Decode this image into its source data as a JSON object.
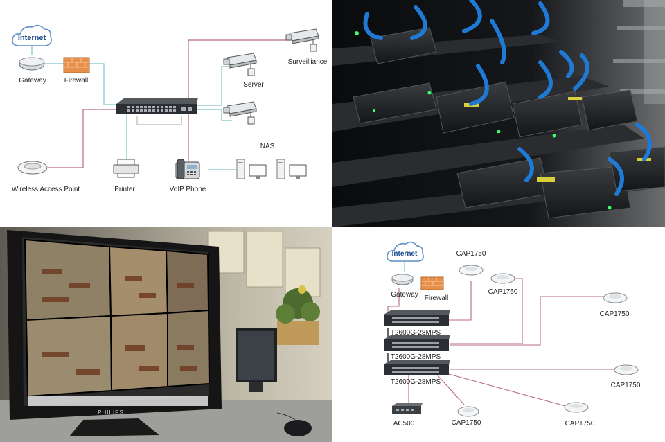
{
  "colors": {
    "cloud_text": "#1e4f8f",
    "link_teal": "#7fc3c8",
    "link_pink": "#b76a82",
    "switch": "#2b2f33",
    "monitor_bezel": "#151515"
  },
  "top_left_diagram": {
    "internet": "Internet",
    "gateway": "Gateway",
    "firewall": "Firewall",
    "wireless": "Wireless Access Point",
    "printer": "Printer",
    "voip": "VoIP Phone",
    "nas": "NAS",
    "server": "Server",
    "surveillance": "Surveilliance"
  },
  "bottom_right_diagram": {
    "internet": "Internet",
    "gateway": "Gateway",
    "firewall": "Firewall",
    "switch1": "T2600G-28MPS",
    "switch2": "T2600G-28MPS",
    "switch3": "T2600G-28MPS",
    "ap_top": "CAP1750",
    "ap_mid": "CAP1750",
    "ap_right_top": "CAP1750",
    "ap_right_mid": "CAP1750",
    "ap_bottom_center": "CAP1750",
    "ap_bottom_right": "CAP1750",
    "ac": "AC500"
  },
  "photo_monitor": {
    "brand": "PHILIPS"
  },
  "icons": [
    "cloud-icon",
    "router-icon",
    "firewall-icon",
    "switch-icon",
    "camera-icon",
    "printer-icon",
    "phone-icon",
    "computer-icon",
    "access-point-icon",
    "server-rack-icon",
    "monitor-icon",
    "mouse-icon"
  ]
}
